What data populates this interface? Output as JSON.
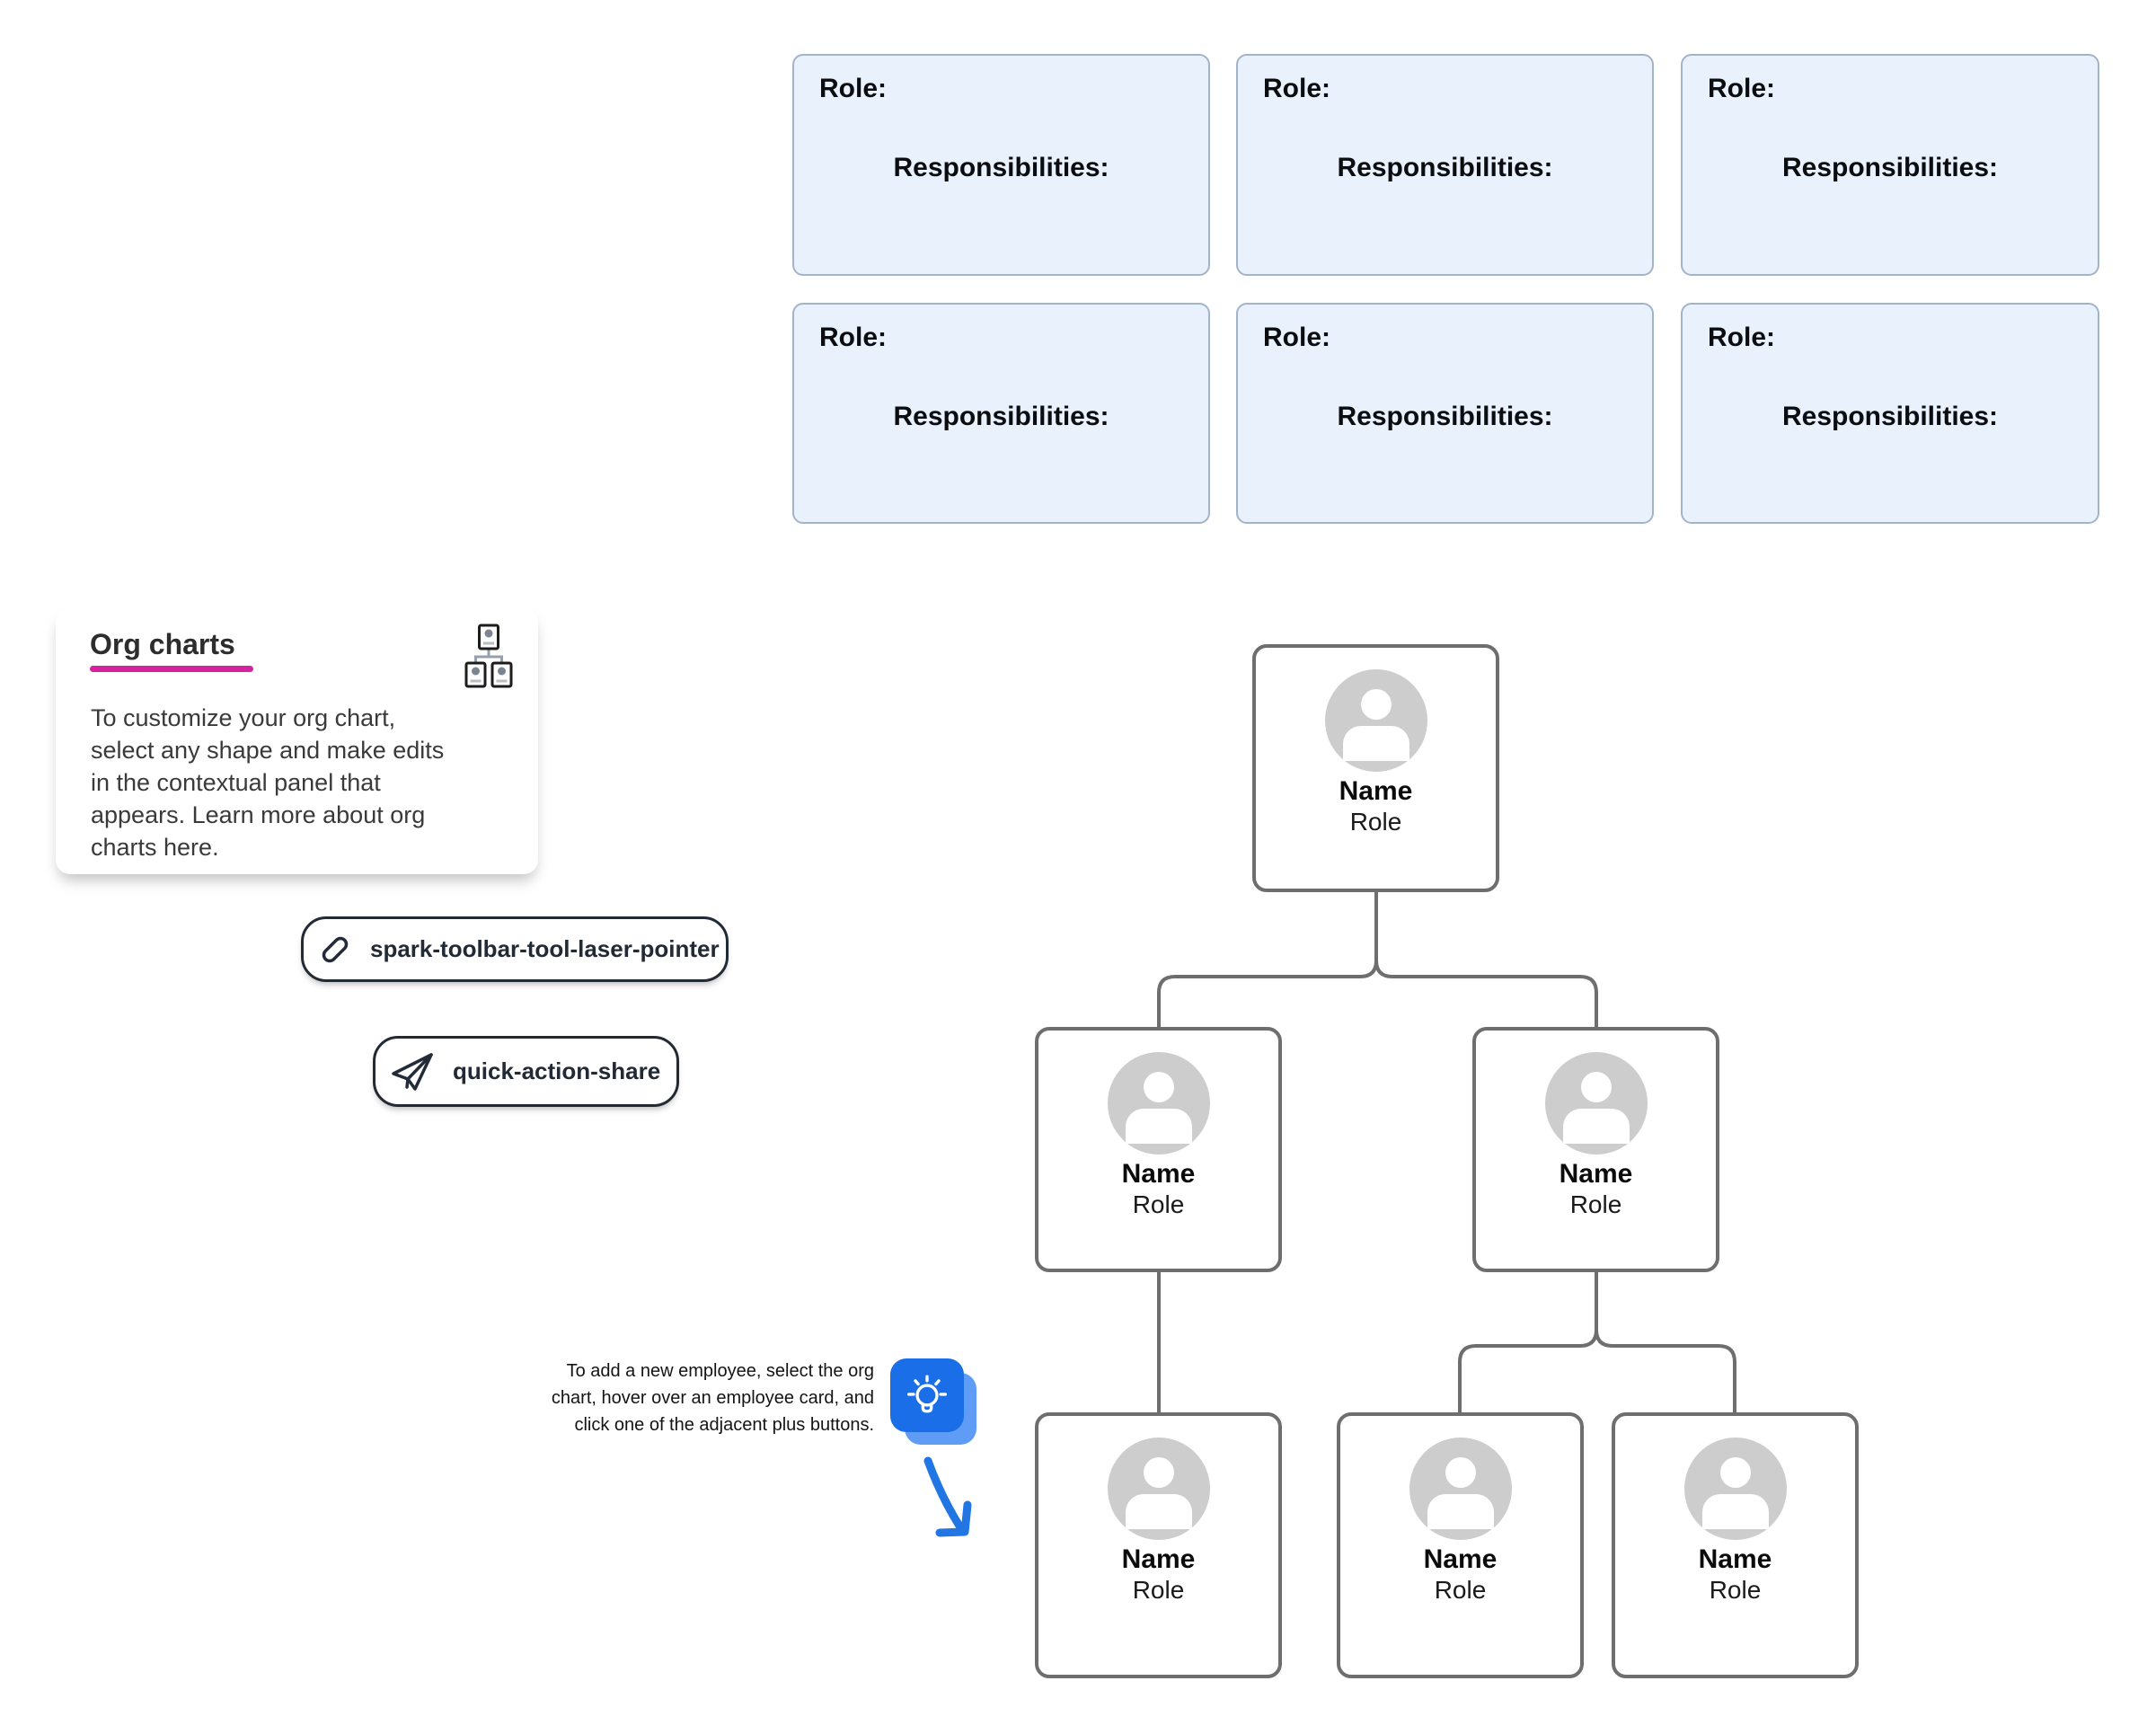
{
  "canvas": {
    "background": "#ffffff"
  },
  "role_card_grid": {
    "fill": "#e9f1fc",
    "border_color": "#a3b4c9",
    "cards": [
      {
        "role_label": "Role:",
        "responsibilities_label": "Responsibilities:"
      },
      {
        "role_label": "Role:",
        "responsibilities_label": "Responsibilities:"
      },
      {
        "role_label": "Role:",
        "responsibilities_label": "Responsibilities:"
      },
      {
        "role_label": "Role:",
        "responsibilities_label": "Responsibilities:"
      },
      {
        "role_label": "Role:",
        "responsibilities_label": "Responsibilities:"
      },
      {
        "role_label": "Role:",
        "responsibilities_label": "Responsibilities:"
      }
    ]
  },
  "info_card": {
    "title": "Org charts",
    "underline_color": "#d5239d",
    "icon": "org-chart-icon",
    "body_lines": [
      "To customize your org chart,",
      "select any shape and make edits",
      "in the contextual panel that",
      "appears. Learn more about org",
      "charts here."
    ]
  },
  "toolbar_pills": [
    {
      "label": "spark-toolbar-tool-laser-pointer",
      "icon": "laser-pointer-icon"
    },
    {
      "label": "quick-action-share",
      "icon": "paper-plane-icon"
    }
  ],
  "org_chart": {
    "stroke_color": "#6e6e6e",
    "avatar_color": "#cdcdcd",
    "nodes": [
      {
        "id": "root",
        "name": "Name",
        "role": "Role"
      },
      {
        "id": "manager-left",
        "name": "Name",
        "role": "Role"
      },
      {
        "id": "manager-right",
        "name": "Name",
        "role": "Role"
      },
      {
        "id": "report-left",
        "name": "Name",
        "role": "Role"
      },
      {
        "id": "report-middle",
        "name": "Name",
        "role": "Role"
      },
      {
        "id": "report-right",
        "name": "Name",
        "role": "Role"
      }
    ]
  },
  "tip": {
    "icon": "lightbulb-icon",
    "icon_color": "#1a6fe8",
    "icon_shadow_color": "#5e9cf5",
    "arrow_color": "#2276e3",
    "lines": [
      "To add a new employee, select the org",
      "chart, hover over an employee card, and",
      "click one of the adjacent plus buttons."
    ]
  }
}
